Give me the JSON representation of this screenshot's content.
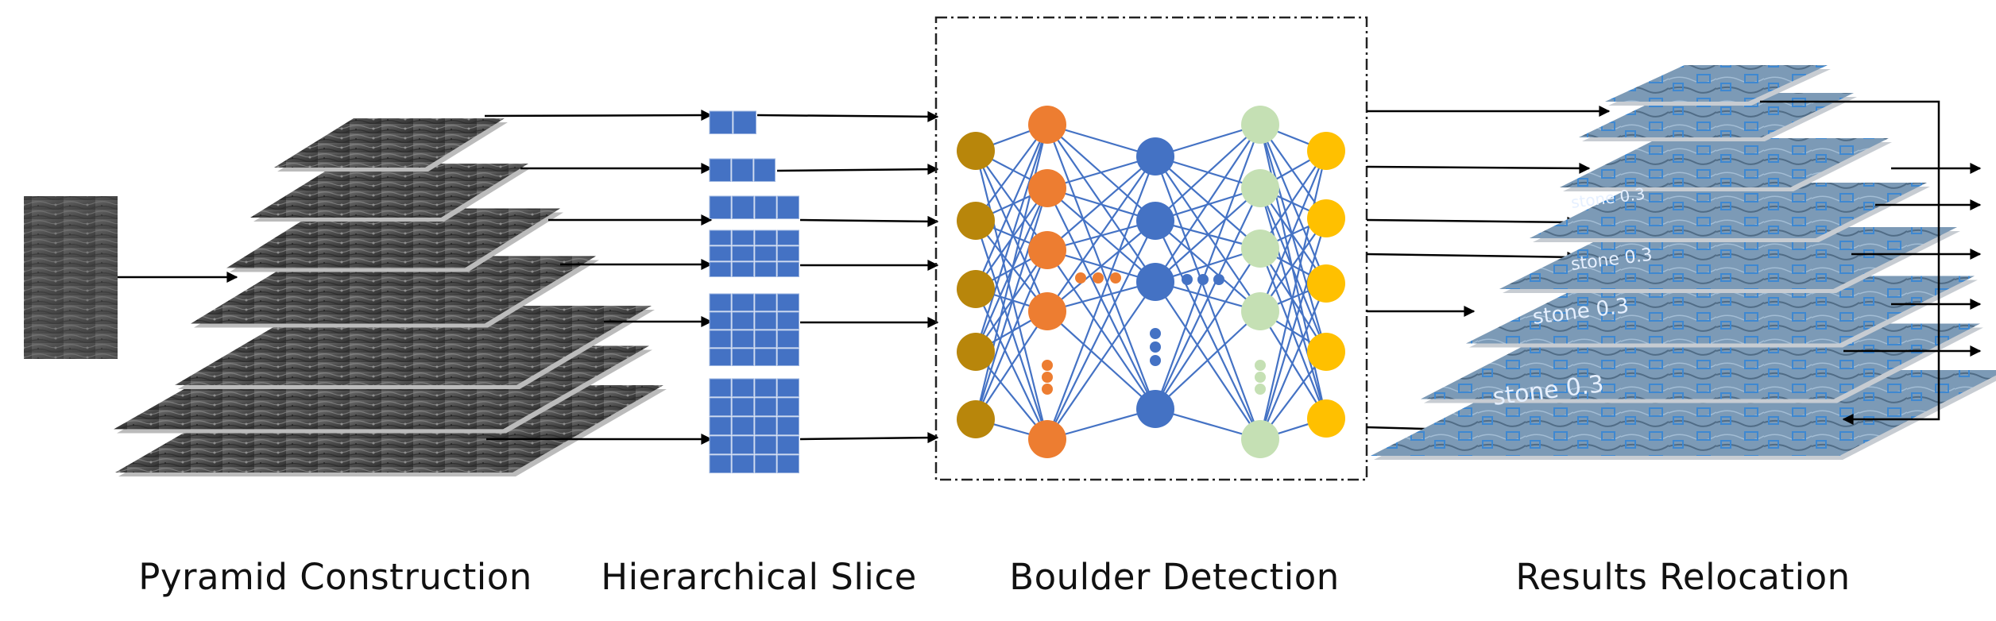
{
  "stages": [
    {
      "id": "pyramid",
      "label": "Pyramid Construction"
    },
    {
      "id": "slice",
      "label": "Hierarchical Slice"
    },
    {
      "id": "detect",
      "label": "Boulder Detection"
    },
    {
      "id": "reloc",
      "label": "Results Relocation"
    }
  ],
  "detection_label_text": "stone  0.3",
  "colors": {
    "arrow": "#000000",
    "slice_block": "#4472C4",
    "terrain_dark": "#3e3e3e",
    "terrain_light": "#8a8a8a",
    "nn_layer_input": "#B8860B",
    "nn_layer_encoder": "#ED7D31",
    "nn_layer_bottleneck": "#4472C4",
    "nn_layer_decoder": "#C5E0B4",
    "nn_layer_output": "#FFC000",
    "connection": "#4472C4",
    "detection_overlay": "#5b9bd5"
  }
}
